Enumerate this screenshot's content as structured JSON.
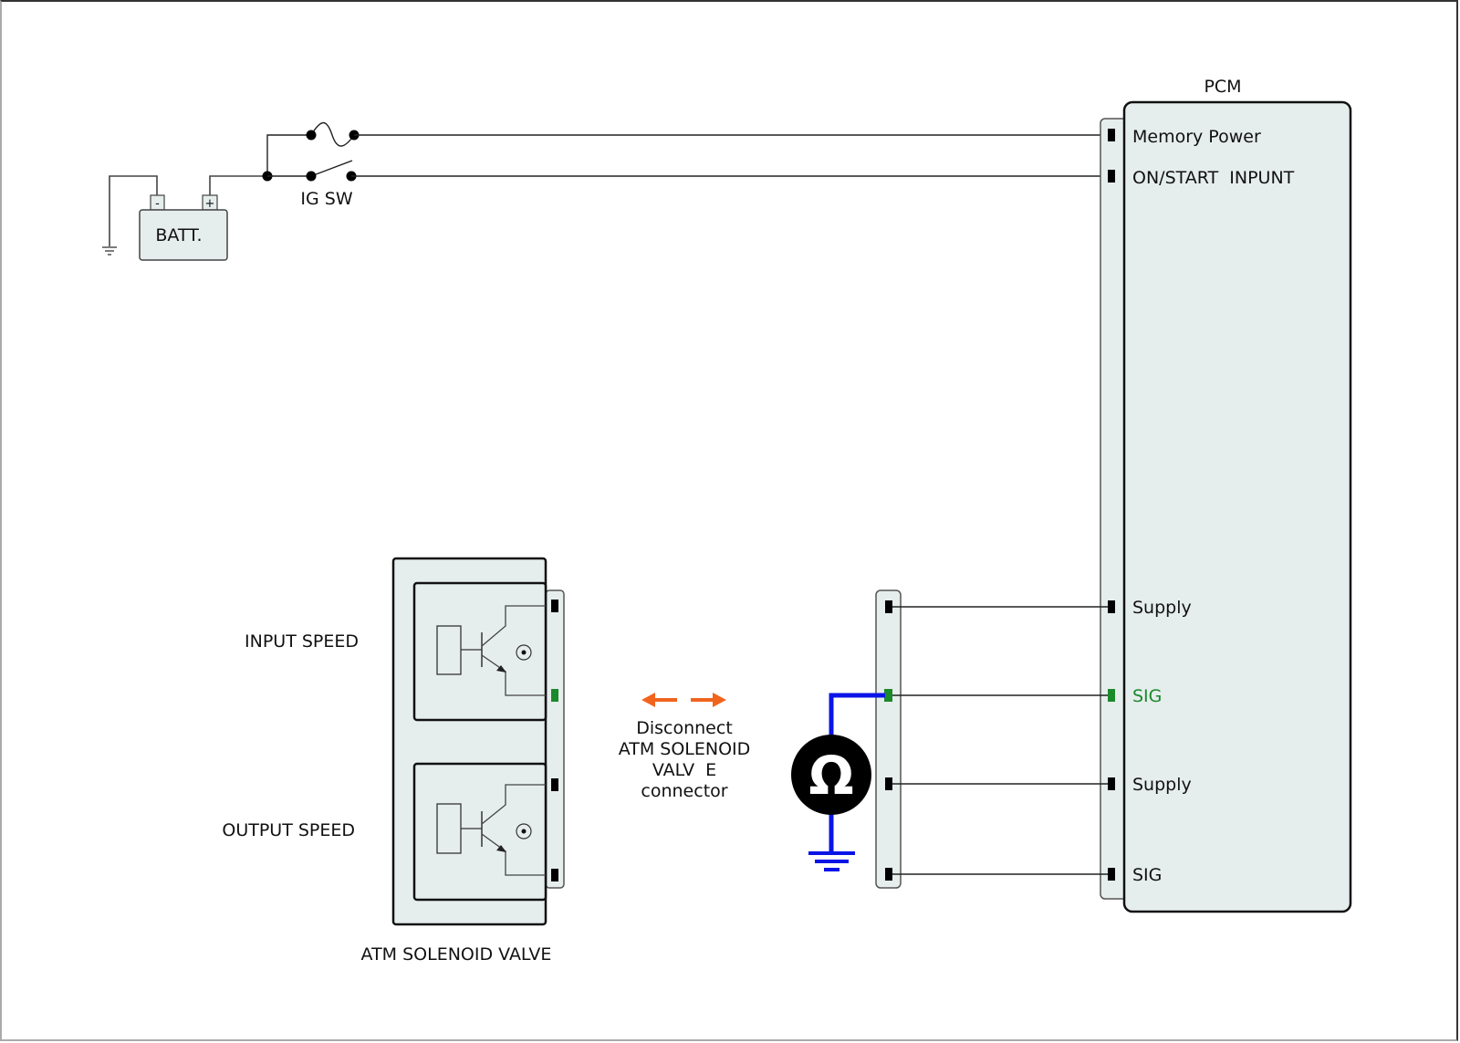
{
  "diagram": {
    "title": "ATM Solenoid Valve speed sensor circuit check",
    "battery": {
      "label": "BATT.",
      "minus": "-",
      "plus": "+"
    },
    "ignition_switch": {
      "label": "IG SW"
    },
    "pcm": {
      "label": "PCM",
      "pins": [
        {
          "label": "Memory Power",
          "state": "normal"
        },
        {
          "label": "ON/START  INPUNT",
          "state": "normal"
        },
        {
          "label": "Supply",
          "state": "normal"
        },
        {
          "label": "SIG",
          "state": "highlighted"
        },
        {
          "label": "Supply",
          "state": "normal"
        },
        {
          "label": "SIG",
          "state": "normal"
        }
      ]
    },
    "solenoid_valve": {
      "label": "ATM SOLENOID VALVE",
      "sensors": [
        {
          "label": "INPUT SPEED"
        },
        {
          "label": "OUTPUT SPEED"
        }
      ]
    },
    "instruction": {
      "lines": [
        "Disconnect",
        "ATM SOLENOID",
        "VALV  E",
        "connector"
      ]
    },
    "meter": {
      "symbol": "Ω",
      "type": "ohmmeter"
    },
    "colors": {
      "highlight_pin": "#1a8a2a",
      "meter_lead": "#0a14e6",
      "disconnect_arrow": "#f0641e",
      "component_fill": "#e6eded"
    }
  }
}
